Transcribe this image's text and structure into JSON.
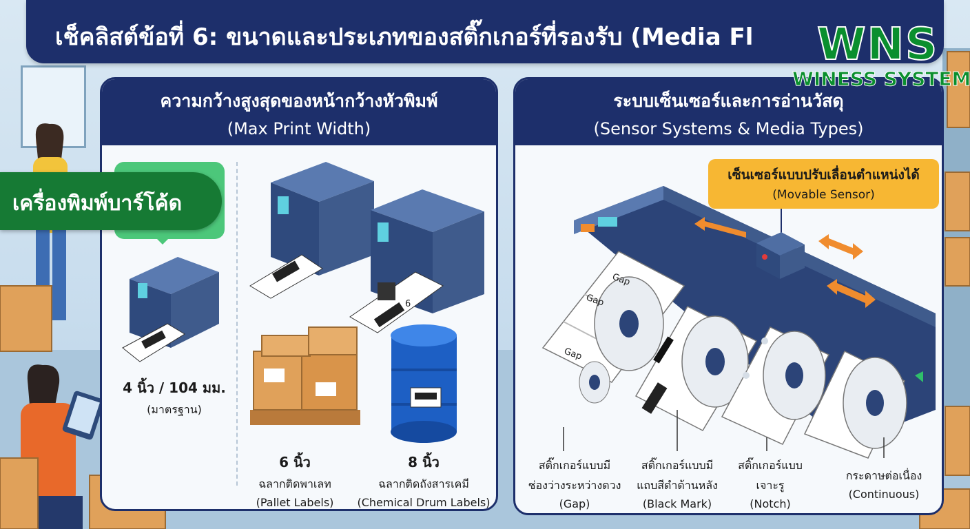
{
  "title": "เช็คลิสต์ข้อที่ 6: ขนาดและประเภทของสติ๊กเกอร์ที่รองรับ (Media Fl",
  "logo": {
    "brand": "WNS",
    "tagline": "WINESS SYSTEM"
  },
  "banner": "เครื่องพิมพ์บาร์โค้ด",
  "left_panel": {
    "title_th": "ความกว้างสูงสุดของหน้ากว้างหัวพิมพ์",
    "title_en": "(Max Print Width)",
    "items": [
      {
        "size": "4 นิ้ว / 104 มม.",
        "desc": "(มาตรฐาน)"
      },
      {
        "size": "6 นิ้ว",
        "desc": "ฉลากติดพาเลท",
        "desc_en": "(Pallet Labels)"
      },
      {
        "size": "8 นิ้ว",
        "desc": "ฉลากติดถังสารเคมี",
        "desc_en": "(Chemical Drum Labels)"
      }
    ],
    "printer_label_number": "6"
  },
  "right_panel": {
    "title_th": "ระบบเซ็นเซอร์และการอ่านวัสดุ",
    "title_en": "(Sensor Systems & Media Types)",
    "sensor_callout_th": "เซ็นเซอร์แบบปรับเลื่อนตำแหน่งได้",
    "sensor_callout_en": "(Movable Sensor)",
    "gap_label": "Gap",
    "media_types": [
      {
        "line1": "สติ๊กเกอร์แบบมี",
        "line2": "ช่องว่างระหว่างดวง",
        "en": "(Gap)"
      },
      {
        "line1": "สติ๊กเกอร์แบบมี",
        "line2": "แถบสีดำด้านหลัง",
        "en": "(Black Mark)"
      },
      {
        "line1": "สติ๊กเกอร์แบบ",
        "line2": "เจาะรู",
        "en": "(Notch)"
      },
      {
        "line1": "กระดาษต่อเนื่อง",
        "line2": "",
        "en": "(Continuous)"
      }
    ]
  },
  "colors": {
    "navy": "#1d2f6b",
    "printer_body": "#3f5b8c",
    "sensor_orange": "#f7b733",
    "arrow_orange": "#f08c2e",
    "banner_green": "#167a34",
    "logo_green": "#0a8f2e",
    "drum_blue": "#1d5fc4",
    "box_brown": "#e0a15a"
  }
}
